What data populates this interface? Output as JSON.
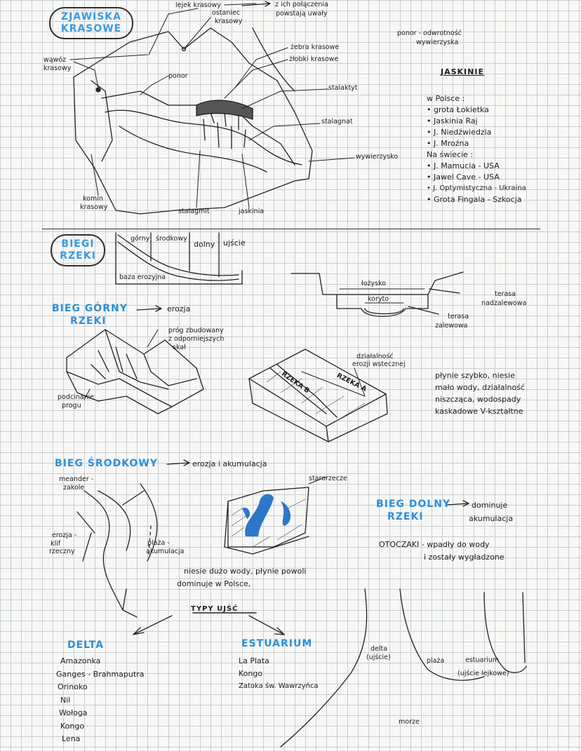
{
  "karst": {
    "title_line1": "ZJAWISKA",
    "title_line2": "KRASOWE",
    "lejek": "lejek krasowy",
    "ostaniec_1": "ostaniec",
    "ostaniec_2": "krasowy",
    "polaczenie_1": "z ich połączenia",
    "polaczenie_2": "powstają uwały",
    "ponor_def_1": "ponor - odwrotność",
    "ponor_def_2": "wywierzyska",
    "wawoz_1": "wąwóz",
    "wawoz_2": "krasowy",
    "ponor": "ponor",
    "zebra": "żebra krasowe",
    "zlobki": "żłobki krasowe",
    "stalaktyt": "stalaktyt",
    "stalagnat": "stalagnat",
    "wywierzysko": "wywierzysko",
    "komin_1": "komin",
    "komin_2": "krasowy",
    "stalagmit": "stalagmit",
    "jaskinia": "jaskinia"
  },
  "caves": {
    "title": "JASKINIE",
    "poland_label": "w Polsce :",
    "poland": [
      "grota Łokietka",
      "Jaskinia Raj",
      "J. Niedźwiedzia",
      "J. Mroźna"
    ],
    "world_label": "Na świecie :",
    "world": [
      "J. Mamucia - USA",
      "Jawel Cave - USA",
      "J. Optymistyczna - Ukraina",
      "Grota Fingala - Szkocja"
    ]
  },
  "river": {
    "title_line1": "BIEGI",
    "title_line2": "RZEKI",
    "gorny": "górny",
    "srodkowy": "środkowy",
    "dolny": "dolny",
    "ujscie": "ujście",
    "baza": "baza erozyjna",
    "lozysko": "łożysko",
    "koryto": "koryto",
    "terasa_nad_1": "terasa",
    "terasa_nad_2": "nadzalewowa",
    "terasa_zal_1": "terasa",
    "terasa_zal_2": "zalewowa"
  },
  "upper": {
    "title_line1": "BIEG GÓRNY",
    "title_line2": "RZEKI",
    "arrow_text": "erozja",
    "prog_1": "próg zbudowany",
    "prog_2": "z odporniejszych",
    "prog_3": "skał",
    "podcinanie_1": "podcinanie",
    "podcinanie_2": "progu",
    "dzialalnosc_1": "działalność",
    "dzialalnosc_2": "erozji wstecznej",
    "rzeka_a": "RZEKA A",
    "rzeka_b": "RZEKA B",
    "desc": [
      "płynie szybko, niesie",
      "mało wody, działalność",
      "niszcząca, wodospady",
      "kaskadowe V-kształtne"
    ]
  },
  "middle": {
    "title": "BIEG ŚRODKOWY",
    "arrow_text": "erozja i akumulacja",
    "meander_1": "meander -",
    "meander_2": "zakole",
    "starorzecze": "starorzecze",
    "erozja_1": "erozja -",
    "erozja_2": "klif",
    "erozja_3": "rzeczny",
    "plaza_1": "plaża -",
    "plaza_2": "akumulacja",
    "desc_1": "niesie dużo wody, płynie powoli",
    "desc_2": "dominuje w Polsce,"
  },
  "lower": {
    "title_line1": "BIEG DOLNY",
    "title_line2": "RZEKI",
    "arrow_text_1": "dominuje",
    "arrow_text_2": "akumulacja",
    "otoczaki_1": "OTOCZAKI - wpadły do wody",
    "otoczaki_2": "i zostały wygładzone"
  },
  "mouths": {
    "title": "TYPY UJŚĆ",
    "delta_title": "DELTA",
    "delta_list": [
      "Amazonka",
      "Ganges - Brahmaputra",
      "Orinoko",
      "Nil",
      "Wołoga",
      "Kongo",
      "Lena"
    ],
    "estuary_title": "ESTUARIUM",
    "estuary_list": [
      "La Plata",
      "Kongo",
      "Zatoka św. Wawrzyńca"
    ],
    "delta_label_1": "delta",
    "delta_label_2": "(ujście)",
    "plaza": "plaża",
    "estuary_label_1": "estuarium",
    "estuary_label_2": "(ujście lejkowe)",
    "morze": "morze"
  }
}
